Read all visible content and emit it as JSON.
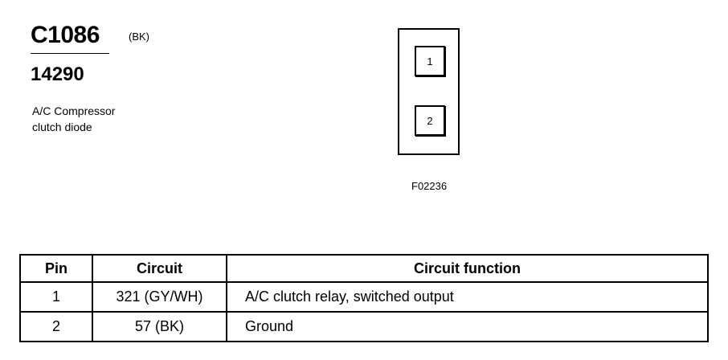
{
  "header": {
    "connector_id": "C1086",
    "color_code": "(BK)",
    "part_number": "14290",
    "description_lines": [
      "A/C Compressor",
      "clutch diode"
    ]
  },
  "diagram": {
    "cavities": [
      "1",
      "2"
    ],
    "figure_code": "F02236"
  },
  "table": {
    "headers": [
      "Pin",
      "Circuit",
      "Circuit function"
    ],
    "rows": [
      {
        "pin": "1",
        "circuit": "321 (GY/WH)",
        "function": "A/C clutch relay, switched output"
      },
      {
        "pin": "2",
        "circuit": "57 (BK)",
        "function": "Ground"
      }
    ]
  }
}
